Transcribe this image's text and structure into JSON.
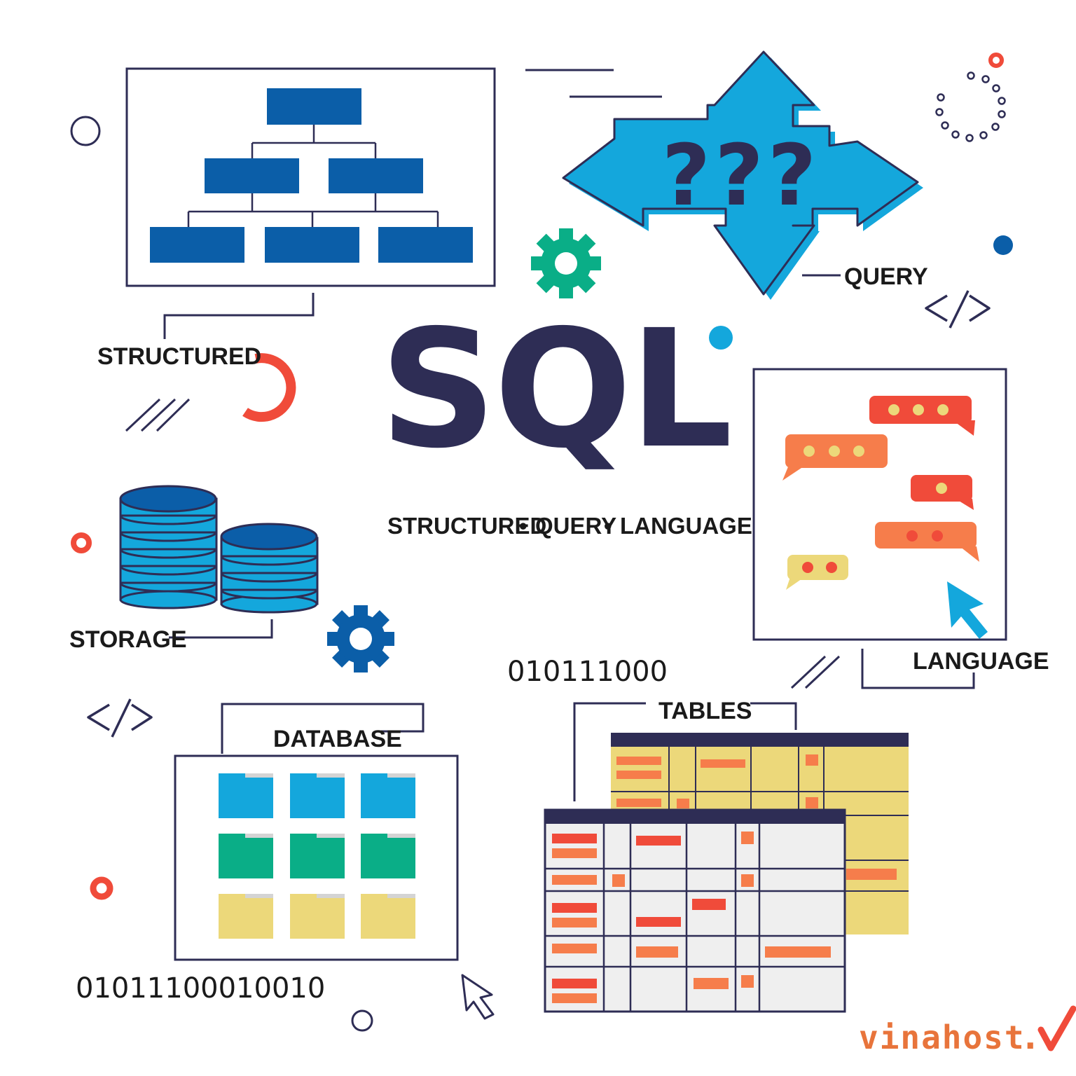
{
  "title": "SQL",
  "subtitle_parts": [
    "STRUCTURED",
    "QUERY",
    "LANGUAGE"
  ],
  "subtitle_separator": "•",
  "labels": {
    "structured": "STRUCTURED",
    "query": "QUERY",
    "storage": "STORAGE",
    "language": "LANGUAGE",
    "database": "DATABASE",
    "tables": "TABLES"
  },
  "query_marks": "???",
  "binary": {
    "middle": "010111000",
    "bottom": "01011100010010"
  },
  "code_tag": "</>",
  "brand": {
    "name": "vinahost",
    "dot": ".",
    "color": "#e8743b"
  },
  "colors": {
    "navy": "#2e2d55",
    "blue": "#0b5ea8",
    "cyan": "#14a7dc",
    "green": "#0aae87",
    "yellow": "#ecd87a",
    "red": "#f04b3a",
    "orange": "#f67d4b"
  }
}
